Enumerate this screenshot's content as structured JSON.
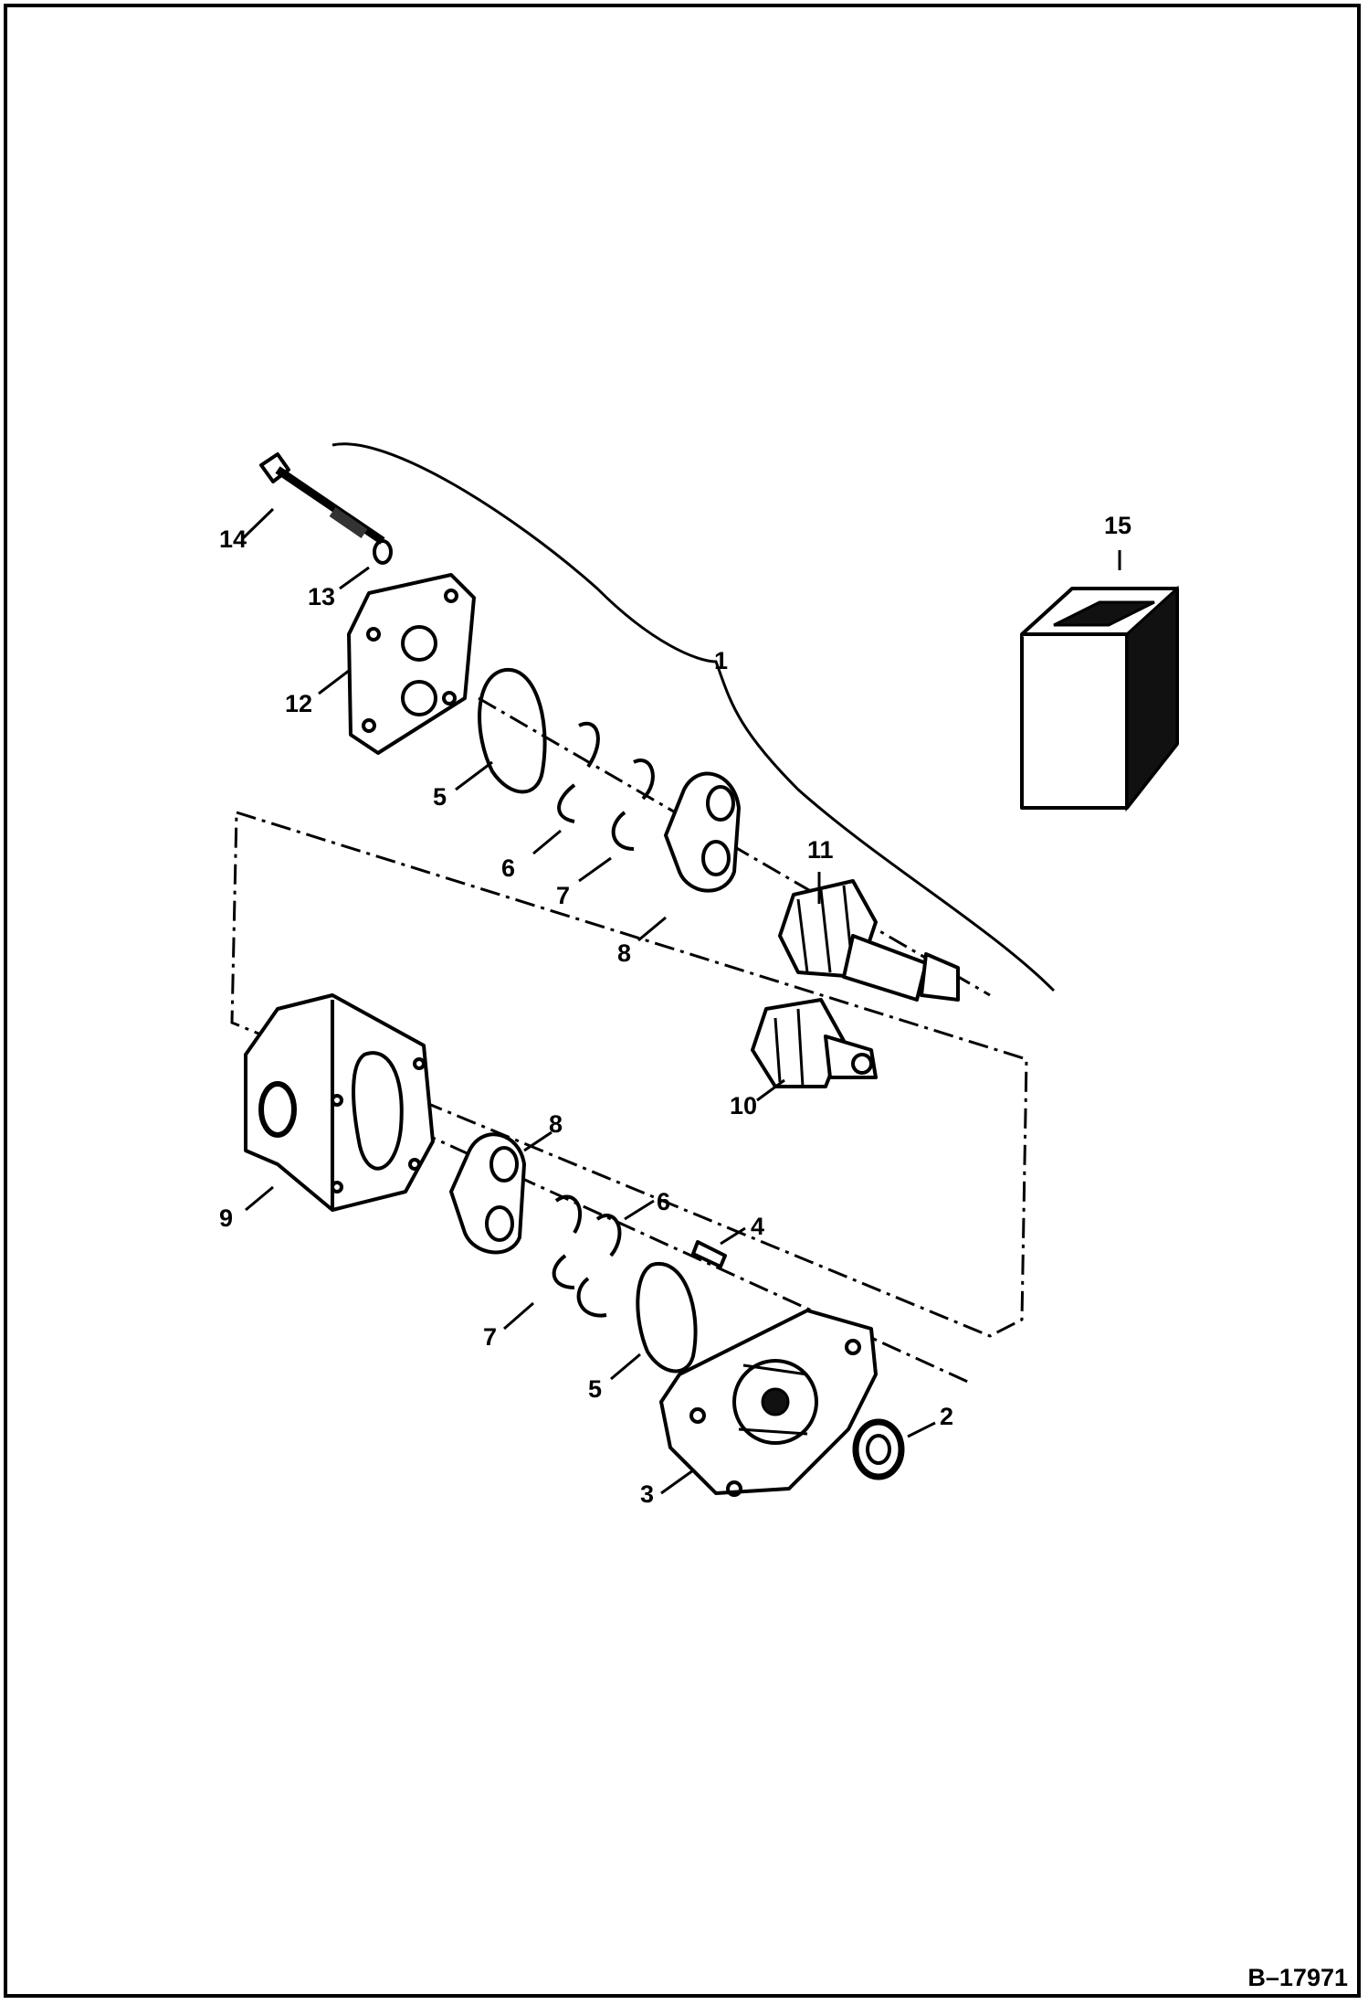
{
  "diagram": {
    "reference_code": "B–17971",
    "callouts": {
      "c1": "1",
      "c2": "2",
      "c3": "3",
      "c4": "4",
      "c5a": "5",
      "c5b": "5",
      "c6a": "6",
      "c6b": "6",
      "c7a": "7",
      "c7b": "7",
      "c8a": "8",
      "c8b": "8",
      "c9": "9",
      "c10": "10",
      "c11": "11",
      "c12": "12",
      "c13": "13",
      "c14": "14",
      "c15": "15"
    }
  }
}
